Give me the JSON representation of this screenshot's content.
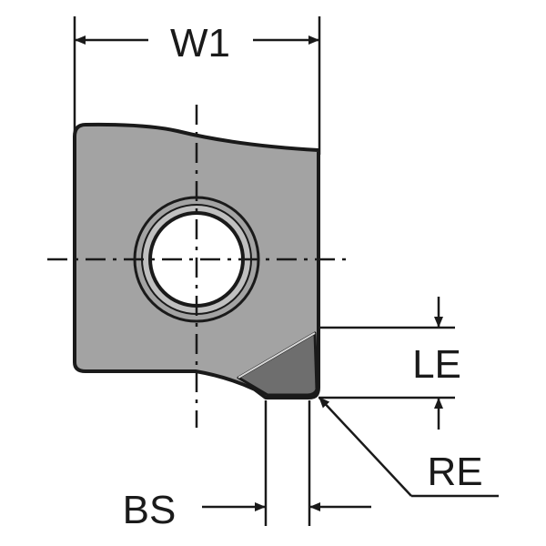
{
  "dimensions": {
    "w1": "W1",
    "le": "LE",
    "re": "RE",
    "bs": "BS"
  },
  "colors": {
    "insert_body": "#a3a3a3",
    "outline": "#1a1a1a",
    "edge_land": "#6e6e6e",
    "edge_highlight": "#d8d8d8",
    "background": "#ffffff"
  }
}
